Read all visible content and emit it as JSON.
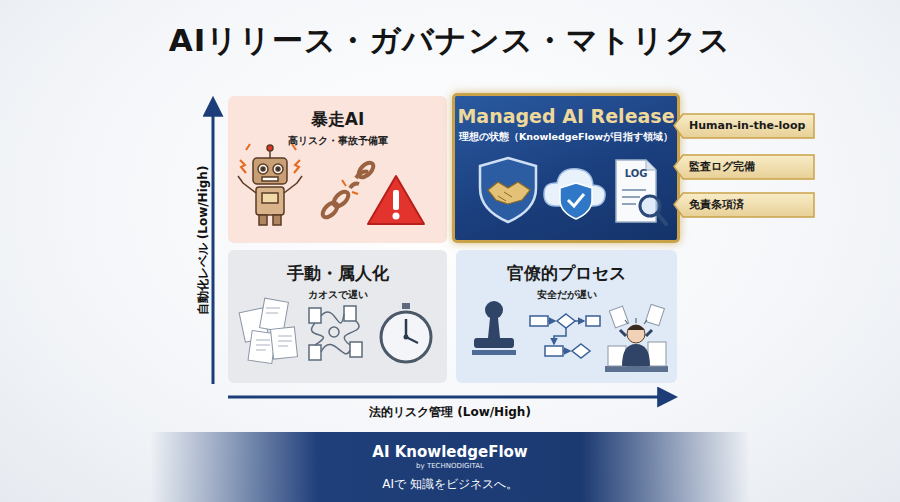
{
  "diagram": {
    "title": "AIリリース・ガバナンス・マトリクス",
    "nodes": [
      {
        "text": [
          "暴走AI",
          "高リスク・事故予備軍"
        ]
      },
      {
        "text": [
          "Managed AI Release",
          "理想の状態（KnowledgeFlowが目指す領域）"
        ]
      },
      {
        "text": [
          "Human-in-the-loop"
        ]
      },
      {
        "text": [
          "監査ログ完備"
        ]
      },
      {
        "text": [
          "免責条項済"
        ]
      },
      {
        "text": [
          "手動・属人化",
          "カオスで遅い"
        ]
      },
      {
        "text": [
          "官僚的プロセス",
          "安全だが遅い"
        ]
      },
      {
        "text": [
          "AI KnowledgeFlow",
          "by TECHNODIGITAL",
          "AIで 知識をビジネスへ。"
        ]
      }
    ],
    "labels": [
      "自動化レベル (Low/High)",
      "法的リスク管理 (Low/High)",
      "LOG"
    ]
  }
}
